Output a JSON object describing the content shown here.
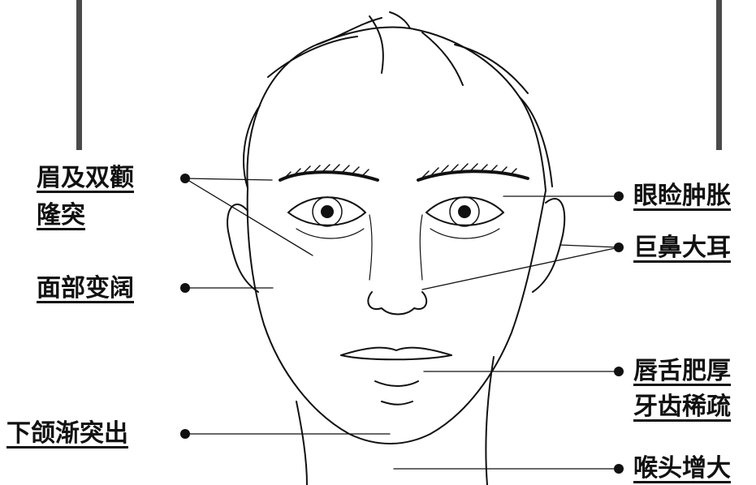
{
  "colors": {
    "line": "#111111",
    "bar": "#4a4a4a",
    "background": "#ffffff"
  },
  "labels": {
    "brow": [
      "眉及双颧",
      "隆突"
    ],
    "face": "面部变阔",
    "jaw": "下颌渐突出",
    "eyelid": "眼睑肿胀",
    "nose_ear": "巨鼻大耳",
    "lips": [
      "唇舌肥厚",
      "牙齿稀疏"
    ],
    "throat": "喉头增大"
  }
}
